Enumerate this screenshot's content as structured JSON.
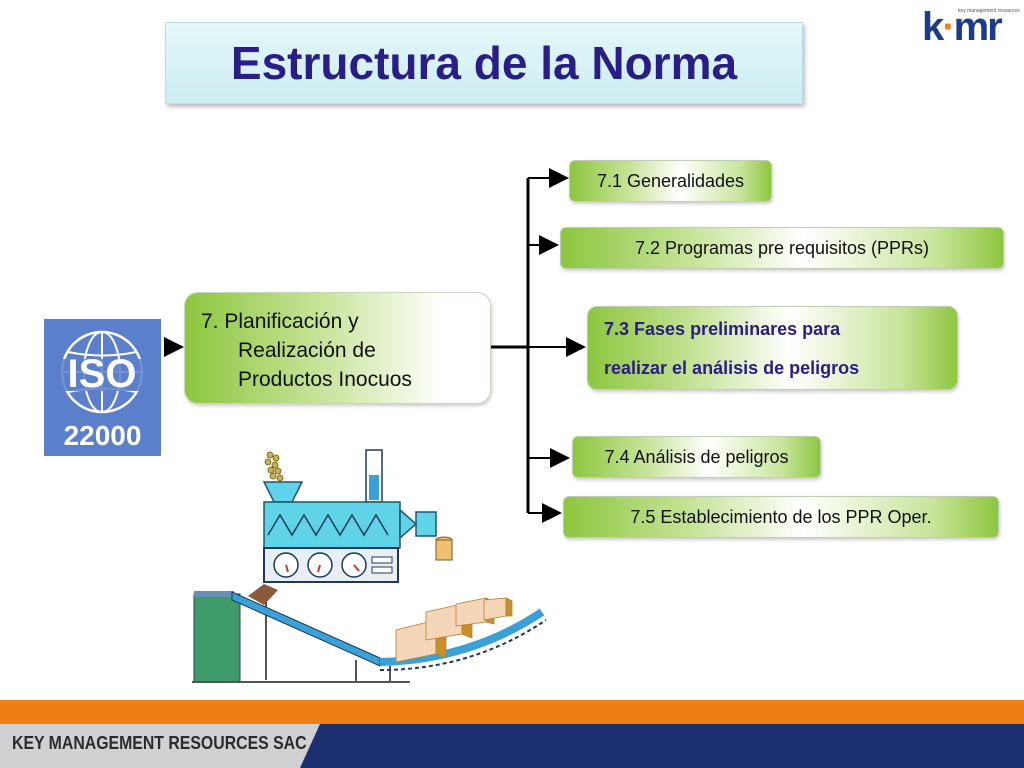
{
  "title": "Estructura de la Norma",
  "logo": {
    "text_k": "k",
    "text_mr": "mr",
    "tagline": "key management resources"
  },
  "iso_badge": {
    "word": "ISO",
    "number": "22000"
  },
  "main_node": {
    "line1": "7.  Planificación y",
    "line2": "Realización de",
    "line3": "Productos Inocuos"
  },
  "items": [
    {
      "label": "7.1 Generalidades"
    },
    {
      "label": "7.2 Programas pre requisitos (PPRs)"
    },
    {
      "line1": "7.3 Fases preliminares para",
      "line2": "realizar el análisis de peligros"
    },
    {
      "label": "7.4 Análisis de peligros"
    },
    {
      "label": "7.5 Establecimiento de los PPR Oper."
    }
  ],
  "footer": {
    "company": "KEY MANAGEMENT RESOURCES SAC"
  },
  "colors": {
    "title": "#2a1d86",
    "accent_green": "#8dc63f",
    "orange": "#f07e14",
    "navy": "#1c2f6e"
  }
}
